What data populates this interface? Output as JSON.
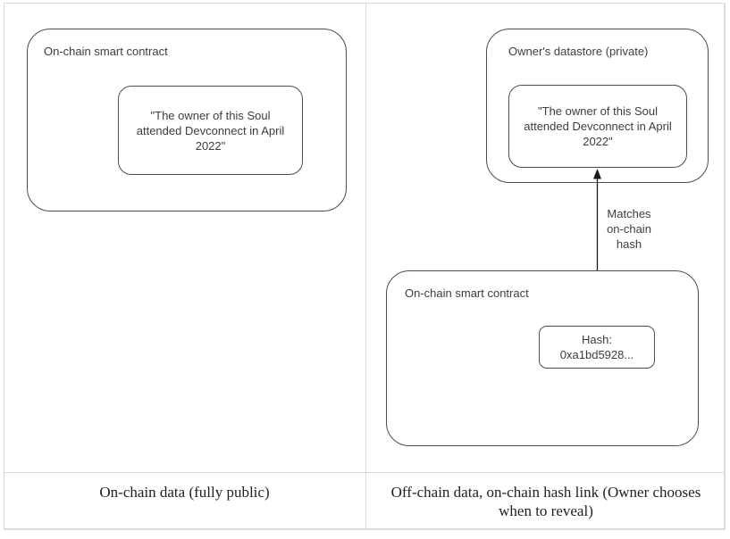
{
  "figure": {
    "left_panel": {
      "container_label": "On-chain smart contract",
      "claim_text": "\"The owner of this Soul\nattended Devconnect in April\n2022\"",
      "caption": "On-chain data (fully public)"
    },
    "right_panel": {
      "datastore_label": "Owner's datastore (private)",
      "claim_text": "\"The owner of this Soul\nattended Devconnect in April\n2022\"",
      "arrow_label": "Matches\non-chain\nhash",
      "contract_label": "On-chain smart contract",
      "hash_text": "Hash:\n0xa1bd5928...",
      "caption": "Off-chain data, on-chain hash link (Owner chooses when to reveal)"
    },
    "colors": {
      "shape_border": "#4d4d4d",
      "table_border": "#d9d9d9",
      "diagram_text": "#3d3d3d",
      "caption_text": "#1f1f1f",
      "arrow": "#1a1a1a"
    }
  }
}
